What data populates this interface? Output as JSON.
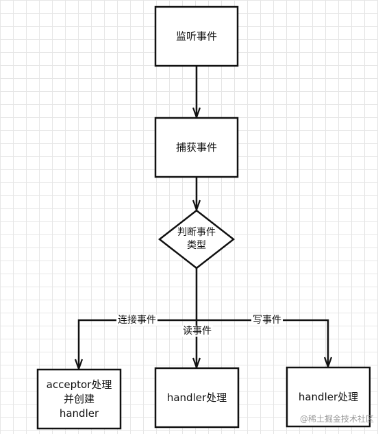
{
  "nodes": {
    "listen_event": "监听事件",
    "capture_event": "捕获事件",
    "judge_type": "判断事件\n类型",
    "acceptor_handle": "acceptor处理\n并创建\nhandler",
    "read_handler": "handler处理",
    "write_handler": "handler处理"
  },
  "edges": {
    "connect": "连接事件",
    "read": "读事件",
    "write": "写事件"
  },
  "watermark": "@稀土掘金技术社区",
  "colors": {
    "stroke": "#111111",
    "grid": "#e6e6e6"
  }
}
